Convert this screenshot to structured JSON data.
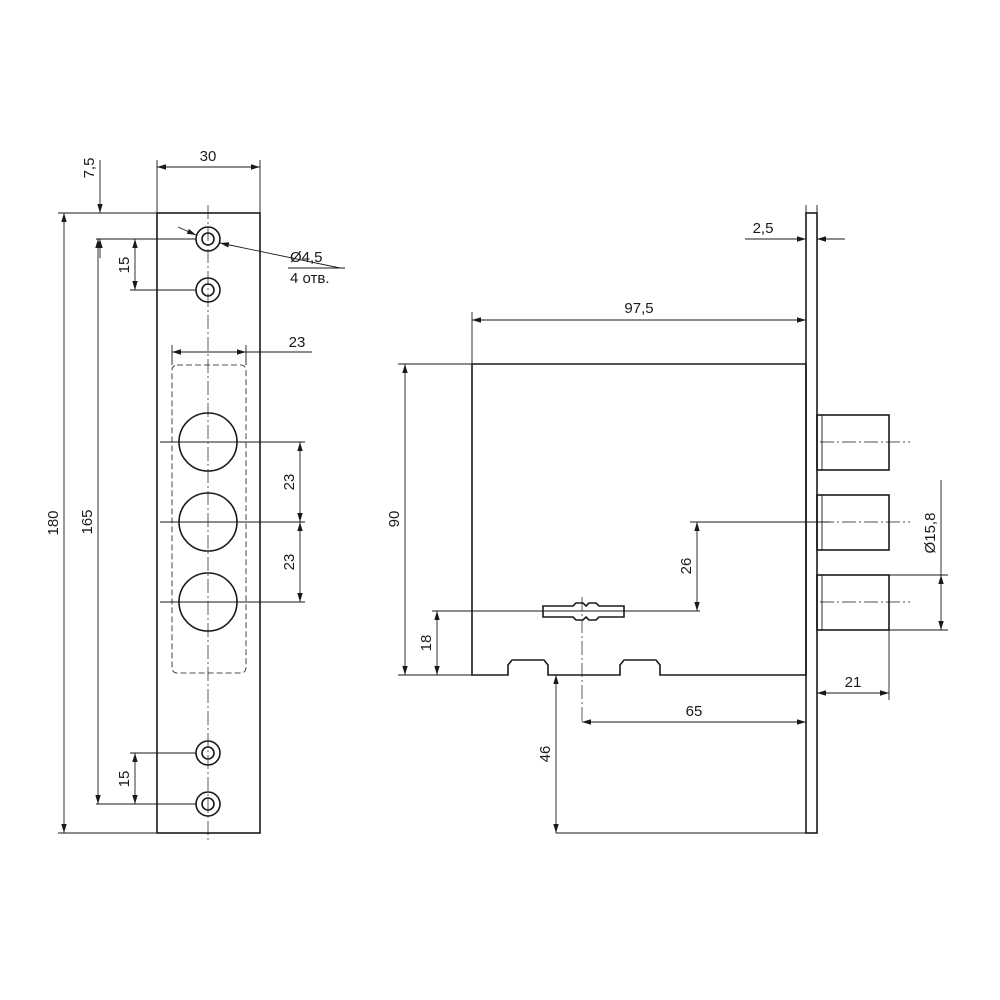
{
  "dimensions": {
    "plate_width": "30",
    "top_offset": "7,5",
    "screw_spacing_top": "15",
    "screw_spacing_bottom": "15",
    "hole_diameter": "Ø4,5",
    "hole_count": "4 отв.",
    "cutout_width": "23",
    "bolt_pitch_1": "23",
    "bolt_pitch_2": "23",
    "total_height": "180",
    "screw_span": "165",
    "faceplate_thickness": "2,5",
    "case_depth": "97,5",
    "case_height": "90",
    "bolt_diameter": "Ø15,8",
    "keyhole_to_bolt": "26",
    "keyhole_height": "18",
    "bolt_projection": "21",
    "backset": "65",
    "keyhole_from_bottom": "46"
  }
}
